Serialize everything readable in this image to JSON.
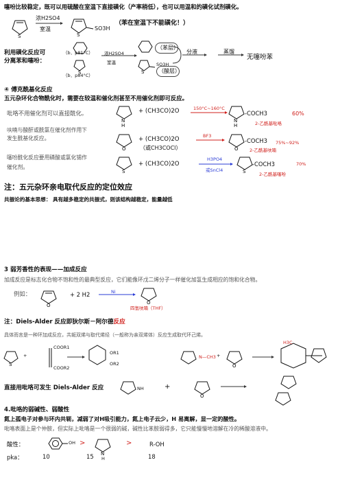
{
  "top": {
    "line1": "噻吩比较稳定，既可以用硫酸在室温下直接磺化（产率稍低），也可以用温和的磺化试剂磺化。",
    "reagent_top": "浓H2SO4",
    "reagent_bottom": "室温",
    "product_group": "SO3H",
    "note": "（苯在室温下不能磺化！）"
  },
  "separation": {
    "label_line1": "利用磺化反应可",
    "label_line2": "分离苯和噻吩：",
    "bp_benzene": "（b．p81°C）",
    "bp_thiophene": "（b．p84°C）",
    "reagent_top": "浓H2SO4",
    "reagent_bottom": "室温",
    "upper_layer": "（苯层）",
    "lower_layer": "（酸层）",
    "step1": "分液",
    "step2": "蒸馏",
    "result": "无噻吩苯",
    "product_group": "SO3H"
  },
  "acylation": {
    "heading": "④ 傅克酰基化反应",
    "subheading": "五元杂环化合物酰化时，需要在较温和催化剂甚至不用催化剂即可反应。",
    "pyrrole_text": "吡咯不用催化剂可以直接酰化。",
    "pyrrole_reagent": "+ (CH3CO)2O",
    "pyrrole_cond": "150°C~160°C",
    "pyrrole_product": "-COCH3",
    "pyrrole_yield": "60%",
    "pyrrole_name": "2-乙酰基吡咯",
    "furan_text1": "呋喃与酸酐或酰氯在催化剂作用下",
    "furan_text2": "发生酰基化反应。",
    "furan_reagent": "+ (CH3CO)2O",
    "furan_reagent2": "（或CH3COCl）",
    "furan_cond": "BF3",
    "furan_product": "-COCH3",
    "furan_yield": "75%~92%",
    "furan_name": "2-乙酰基呋喃",
    "thio_text1": "噻吩酰化反应要用磷酸或氯化锡作",
    "thio_text2": "催化剂。",
    "thio_reagent": "+ (CH3CO)2O",
    "thio_cond_top": "H3PO4",
    "thio_cond_bottom": "或SnCl4",
    "thio_product": "-COCH3",
    "thio_yield": "70%",
    "thio_name": "2-乙酰基噻吩"
  },
  "note": {
    "title": "注：五元杂环亲电取代反应的定位效应",
    "resonance": "共振论的基本思想：  具有越多稳定的共振式，则该结构越稳定，能量越低"
  },
  "addition": {
    "heading": "3 弱芳香性的表现——加成反应",
    "text": "加成反应是标志化合物不饱和性的最典型反应，它们能像环戊二烯分子一样催化加氢生成相应的饱和化合物。",
    "example_label": "例如：",
    "reagent": "+ 2 H2",
    "catalyst": "Ni",
    "product_name": "四氢呋喃（THF）"
  },
  "diels_alder": {
    "note_prefix": "注：",
    "note_text": "Diels-Alder 反应即狄尔斯－阿尔德",
    "note_red": "反应",
    "detail": "具体而言是一种环加成反应，共轭双烯与取代烯烃（一般称为亲双烯体）反应生成取代环己烯。",
    "ester1": "COOR1",
    "ester2": "COOR2",
    "product_ester1": "OR1",
    "product_ester2": "OR2",
    "n_methyl": "N—CH3",
    "h3c": "H3C",
    "pyrrole_da_text": "直接用吡咯可发生 Diels-Alder 反应",
    "nh": "NH",
    "plus": "+"
  },
  "basicity": {
    "heading": "4.吡咯的弱碱性、弱酸性",
    "text1": "氮上孤电子对参与环内共轭，减弱了对H吸引能力，氮上电子云少，H 易离解，显一定的酸性。",
    "text2": "吡咯表面上是个仲胺，但实际上吡咯是一个很弱的碱，碱性比苯胺弱得多，它只能慢慢地溶解在冷的稀酸溶液中。",
    "acidity_label": "酸性：",
    "phenol_oh": "OH",
    "gt1": ">",
    "gt2": ">",
    "roh": "R-OH",
    "pka_label": "pka：",
    "pka1": "10",
    "pka2": "15",
    "pka3": "18",
    "h_label": "H"
  }
}
